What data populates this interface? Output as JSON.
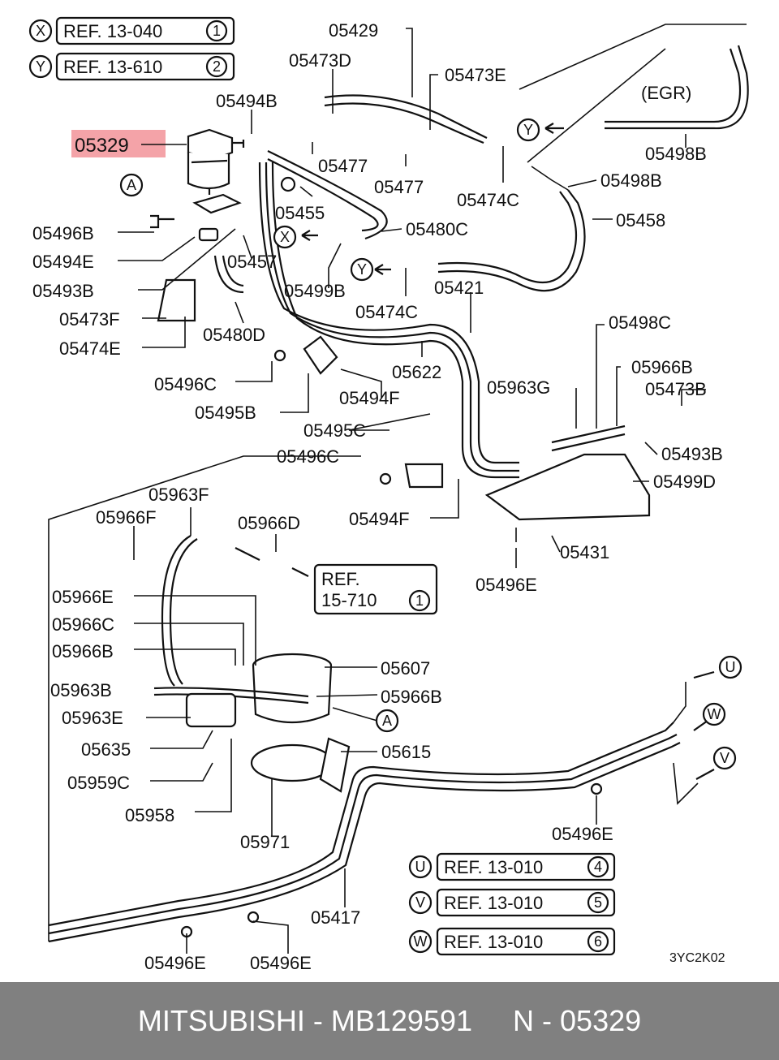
{
  "refs_top": [
    {
      "letter": "X",
      "text": "REF. 13-040",
      "num": "1"
    },
    {
      "letter": "Y",
      "text": "REF. 13-610",
      "num": "2"
    }
  ],
  "refs_bottom": [
    {
      "letter": "U",
      "text": "REF. 13-010",
      "num": "4"
    },
    {
      "letter": "V",
      "text": "REF. 13-010",
      "num": "5"
    },
    {
      "letter": "W",
      "text": "REF. 13-010",
      "num": "6"
    }
  ],
  "ref_box_mid": {
    "line1": "REF.",
    "line2": "15-710",
    "num": "1"
  },
  "highlight_label": "05329",
  "egr_label": "(EGR)",
  "diagram_code": "3YC2K02",
  "markers": {
    "x": "X",
    "y": "Y",
    "a": "A",
    "u": "U",
    "v": "V",
    "w": "W"
  },
  "labels": {
    "p05429": "05429",
    "p05473D": "05473D",
    "p05473E": "05473E",
    "p05494B": "05494B",
    "p05477a": "05477",
    "p05477b": "05477",
    "p05474C_a": "05474C",
    "p05498B_a": "05498B",
    "p05498B_b": "05498B",
    "p05458": "05458",
    "p05455": "05455",
    "p05480C": "05480C",
    "p05496B": "05496B",
    "p05494E": "05494E",
    "p05457": "05457",
    "p05499B": "05499B",
    "p05493B_a": "05493B",
    "p05474C_b": "05474C",
    "p05421": "05421",
    "p05473F": "05473F",
    "p05480D": "05480D",
    "p05474E": "05474E",
    "p05498C": "05498C",
    "p05622": "05622",
    "p05966B_a": "05966B",
    "p05496C_a": "05496C",
    "p05963G": "05963G",
    "p05473B": "05473B",
    "p05494F_a": "05494F",
    "p05495B": "05495B",
    "p05495C": "05495C",
    "p05493B_b": "05493B",
    "p05496C_b": "05496C",
    "p05499D": "05499D",
    "p05963F": "05963F",
    "p05966F": "05966F",
    "p05966D": "05966D",
    "p05494F_b": "05494F",
    "p05431": "05431",
    "p05496E_a": "05496E",
    "p05966E": "05966E",
    "p05966C": "05966C",
    "p05966B_b": "05966B",
    "p05607": "05607",
    "p05963B": "05963B",
    "p05966B_c": "05966B",
    "p05963E": "05963E",
    "p05635": "05635",
    "p05615": "05615",
    "p05959C": "05959C",
    "p05958": "05958",
    "p05971": "05971",
    "p05496E_b": "05496E",
    "p05417": "05417",
    "p05496E_c": "05496E",
    "p05496E_d": "05496E"
  },
  "footer": {
    "brand": "MITSUBISHI",
    "sep": " - ",
    "part_number": "MB129591",
    "gap": "     ",
    "ref": "N - 05329"
  },
  "colors": {
    "highlight": "#f4a3a8",
    "footer_bg": "#808080",
    "footer_text": "#ffffff",
    "ink": "#111111"
  }
}
